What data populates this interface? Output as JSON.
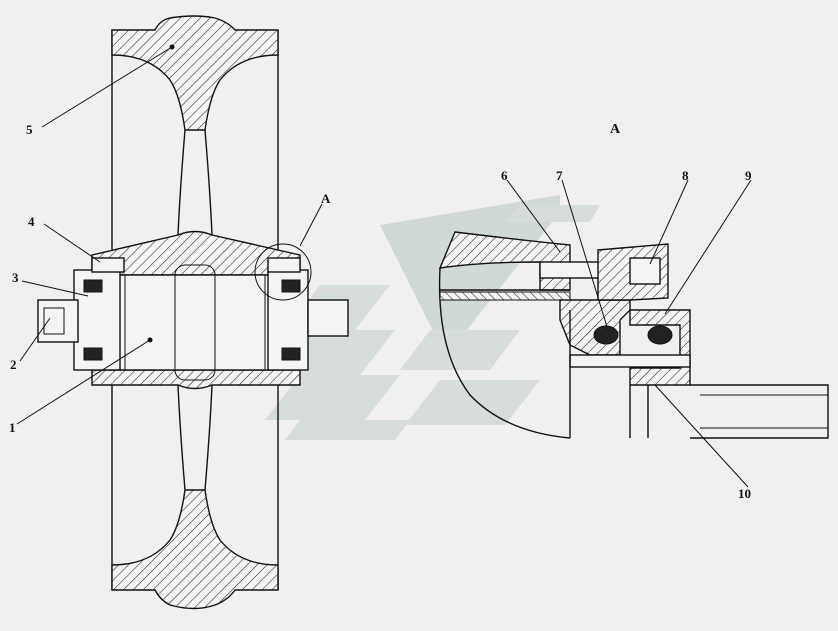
{
  "drawing": {
    "view_label": "A",
    "callouts": [
      {
        "id": "1",
        "label": "1"
      },
      {
        "id": "2",
        "label": "2"
      },
      {
        "id": "3",
        "label": "3"
      },
      {
        "id": "4",
        "label": "4"
      },
      {
        "id": "5",
        "label": "5"
      },
      {
        "id": "A",
        "label": "A"
      },
      {
        "id": "6",
        "label": "6"
      },
      {
        "id": "7",
        "label": "7"
      },
      {
        "id": "8",
        "label": "8"
      },
      {
        "id": "9",
        "label": "9"
      },
      {
        "id": "10",
        "label": "10"
      }
    ],
    "colors": {
      "background": "#f0f0f0",
      "ink": "#111111",
      "watermark": "#bfc9c4"
    }
  }
}
